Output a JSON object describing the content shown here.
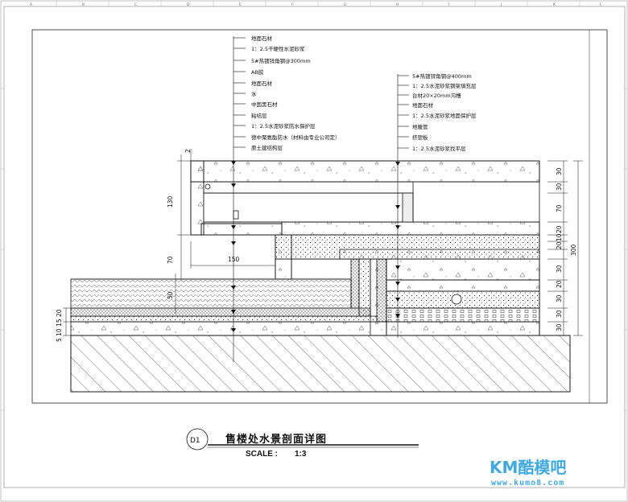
{
  "drawing": {
    "title": "售楼处水景剖面详图",
    "scale_label": "SCALE :",
    "scale_value": "1:3",
    "tag": "D1"
  },
  "labels_left": [
    "地面石材",
    "1：2.5干硬性水泥砂浆",
    "5#热镀锌角钢@300mm",
    "AB胶",
    "地面石材",
    "水",
    "中国黑石材",
    "粘结层",
    "1：2.5水泥砂浆防水保护层",
    "德中聚氨酯防水（材料由专业公司定）",
    "原土建结构层"
  ],
  "labels_right": [
    "5#热镀锌角钢@400mm",
    "1：2.5水泥砂浆钢架填充层",
    "台材20×20mm沟槽",
    "地面石材",
    "1：2.5水泥砂浆地面保护层",
    "地暖管",
    "挤塑板",
    "1：2.5水泥砂浆找平层"
  ],
  "dims": {
    "top_small": "2",
    "left_130": "130",
    "left_70": "70",
    "left_50": "50",
    "bottom_left": "5 10 15 20",
    "width_150": "150",
    "r30_a": "30",
    "r30_b": "30",
    "r70": "70",
    "r20_a": "20",
    "r10": "10",
    "r20_b": "20",
    "r30_c": "30",
    "r20_c": "20",
    "r30_d": "30",
    "r30_e": "30",
    "r20_d": "20",
    "r30_f": "30",
    "total_300": "300"
  },
  "border_ticks": [
    "A",
    "B",
    "C",
    "D",
    "E",
    "F",
    "G",
    "H",
    "I",
    "J",
    "K",
    "L"
  ],
  "watermark": {
    "brand": "KM酷模吧",
    "url": "www.kumo8.com"
  },
  "colors": {
    "ink": "#111111",
    "brand": "#3fa9e4"
  }
}
